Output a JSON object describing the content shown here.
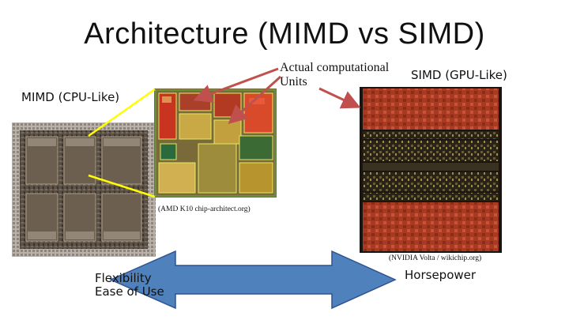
{
  "slide": {
    "title": "Architecture (MIMD vs SIMD)",
    "mimd_label": "MIMD (CPU-Like)",
    "simd_label": "SIMD (GPU-Like)",
    "units_line1": "Actual computational",
    "units_line2": "Units",
    "amd_caption": "(AMD K10  chip-architect.org)",
    "nvidia_caption": "(NVIDIA Volta  / wikichip.org)",
    "flex_line1": "Flexibility",
    "flex_line2": "Ease of Use",
    "horsepower": "Horsepower"
  },
  "colors": {
    "arrow_fill": "#4f81bd",
    "arrow_stroke": "#2f528f",
    "pointer_arrow": "#c0504d",
    "connector": "#ffff00",
    "gpu_core": "#b5452b",
    "die_border": "#6b8f3a"
  },
  "icons": [
    "cpu-die-image",
    "core-zoom-image",
    "gpu-die-image",
    "double-arrow-icon",
    "pointer-arrow-icon"
  ]
}
